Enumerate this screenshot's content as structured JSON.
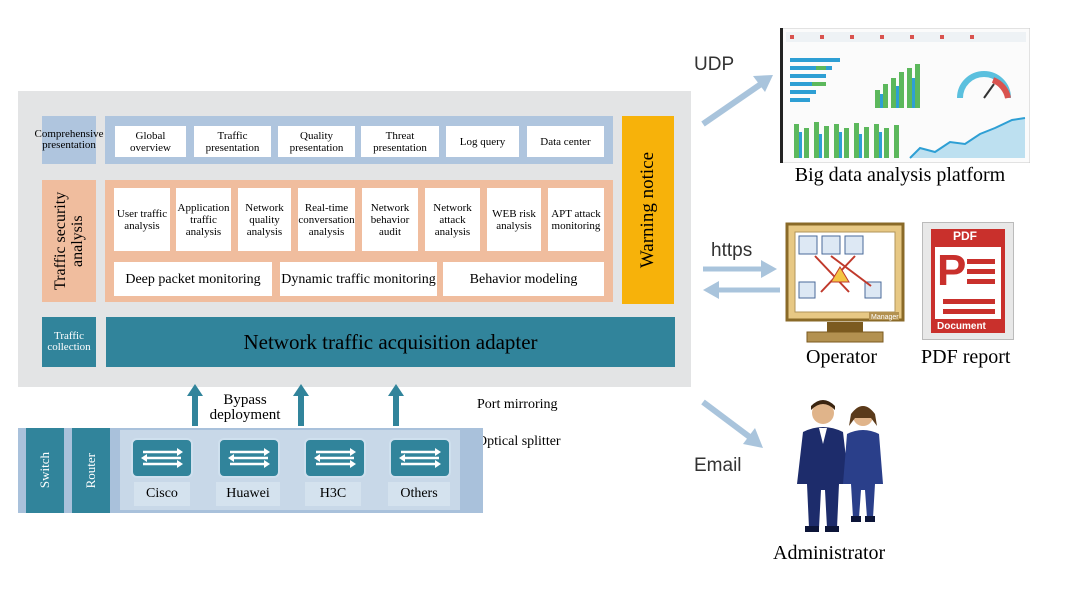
{
  "panel": {
    "rows": {
      "comprehensive_label": "Comprehensive presentation",
      "traffic_security_label": "Traffic security analysis",
      "traffic_collection_label": "Traffic collection"
    },
    "presentation_items": [
      "Global overview",
      "Traffic presentation",
      "Quality presentation",
      "Threat presentation",
      "Log query",
      "Data center"
    ],
    "analysis_items": [
      "User traffic analysis",
      "Application traffic analysis",
      "Network quality analysis",
      "Real-time conversation analysis",
      "Network behavior audit",
      "Network attack analysis",
      "WEB risk analysis",
      "APT attack monitoring"
    ],
    "engine_items": [
      "Deep packet monitoring",
      "Dynamic traffic monitoring",
      "Behavior modeling"
    ],
    "adapter": "Network traffic acquisition adapter",
    "warning": "Warning notice"
  },
  "deployment": {
    "bypass": "Bypass deployment",
    "port_mirroring": "Port mirroring",
    "optical_splitter": "Optical splitter",
    "switch": "Switch",
    "router": "Router",
    "devices": [
      "Cisco",
      "Huawei",
      "H3C",
      "Others"
    ]
  },
  "outputs": {
    "udp": "UDP",
    "https": "https",
    "email": "Email",
    "big_data": "Big data analysis platform",
    "operator": "Operator",
    "pdf_report": "PDF report",
    "pdf_icon_label": "PDF",
    "pdf_icon_doc": "Document",
    "manager_label": "Manager",
    "administrator": "Administrator"
  },
  "colors": {
    "panel_bg": "#e3e4e5",
    "blue_row": "#afc5de",
    "salmon_row": "#f0bd9e",
    "teal": "#31849b",
    "warning": "#f7b20a",
    "arrow": "#a9c4dc"
  }
}
